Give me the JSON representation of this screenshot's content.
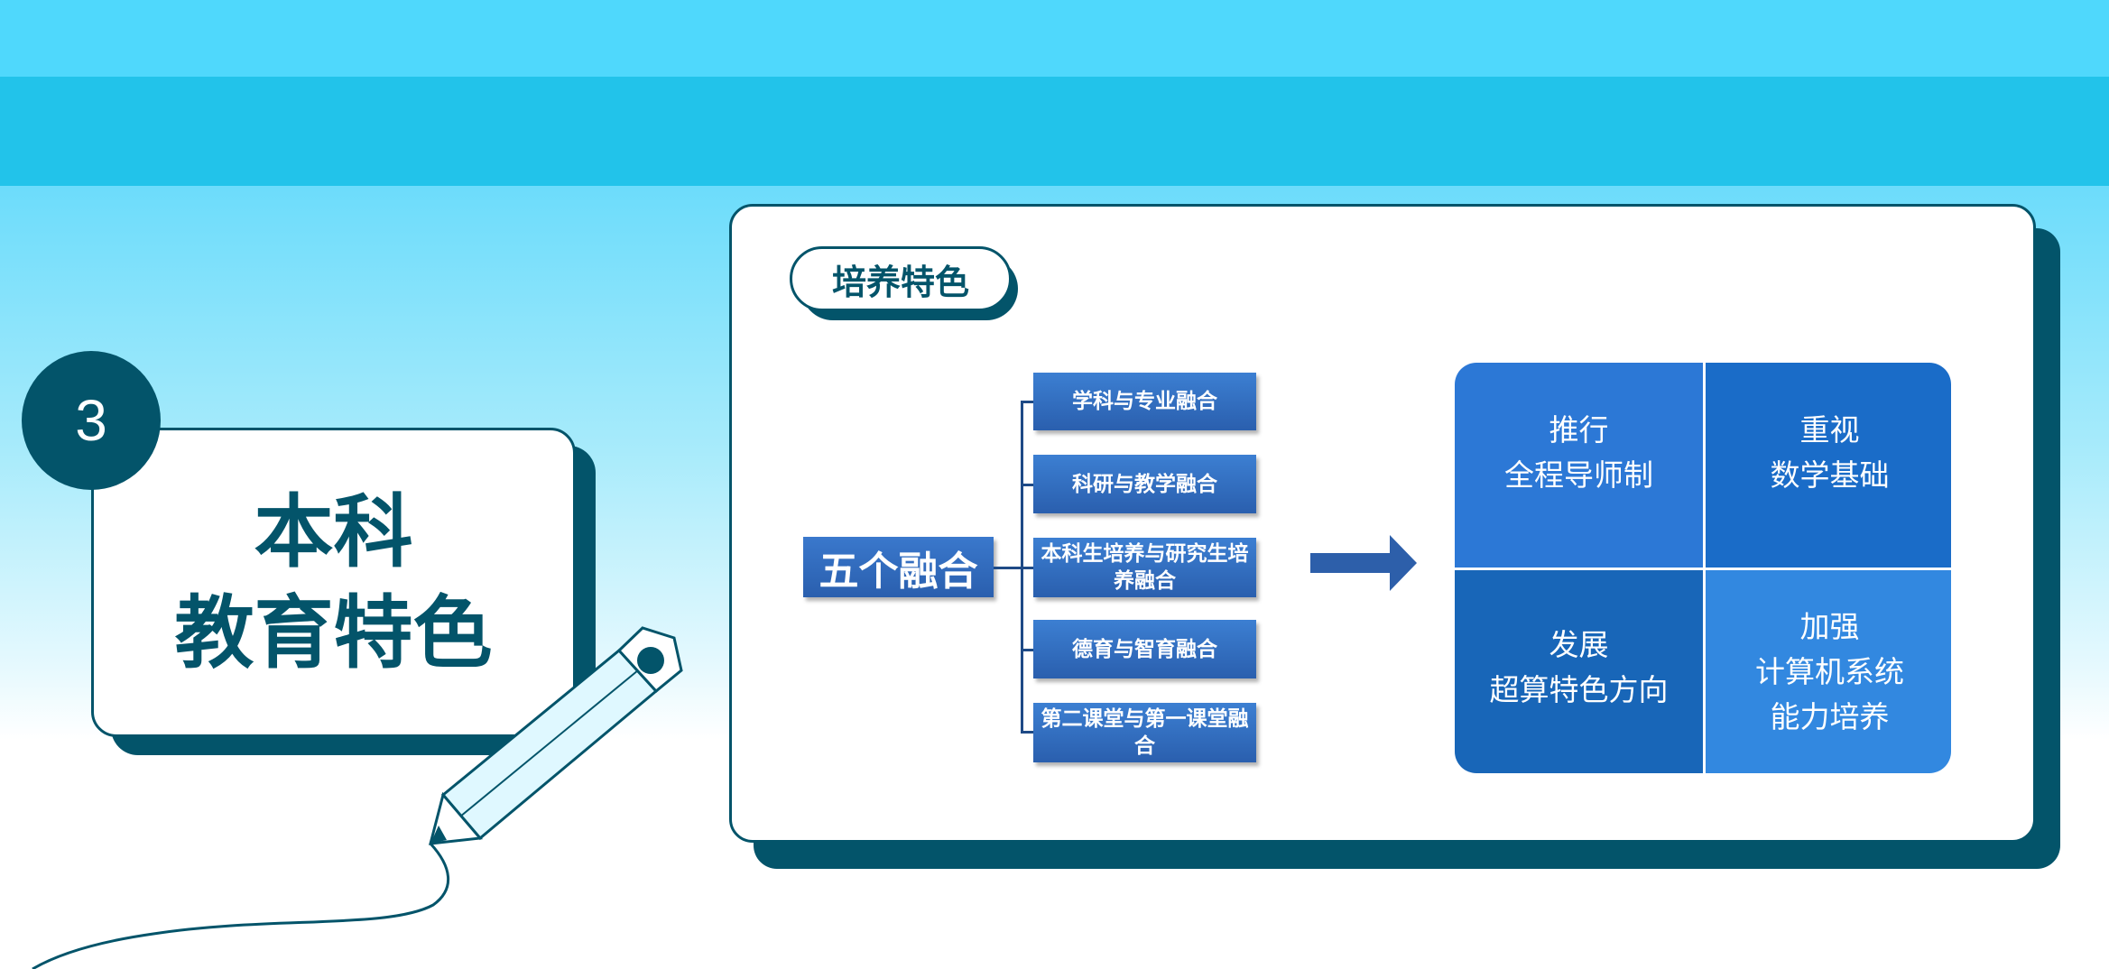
{
  "section": {
    "number": "3",
    "title_line1": "本科",
    "title_line2": "教育特色"
  },
  "panel": {
    "heading": "培养特色",
    "root": "五个融合",
    "items": [
      "学科与专业融合",
      "科研与教学融合",
      "本科生培养与研究生培养融合",
      "德育与智育融合",
      "第二课堂与第一课堂融合"
    ],
    "grid": [
      {
        "line1": "推行",
        "line2": "全程导师制"
      },
      {
        "line1": "重视",
        "line2": "数学基础"
      },
      {
        "line1": "发展",
        "line2": "超算特色方向"
      },
      {
        "line1": "加强",
        "line2": "计算机系统",
        "line3": "能力培养"
      }
    ]
  },
  "colors": {
    "dark_teal": "#03546a",
    "band_light": "#4fd8fc",
    "band_dark": "#22c3ea",
    "cell_tl": "#2c78d6",
    "cell_tr": "#1a6cc8",
    "cell_bl": "#1866b8",
    "cell_br": "#3288e0"
  }
}
